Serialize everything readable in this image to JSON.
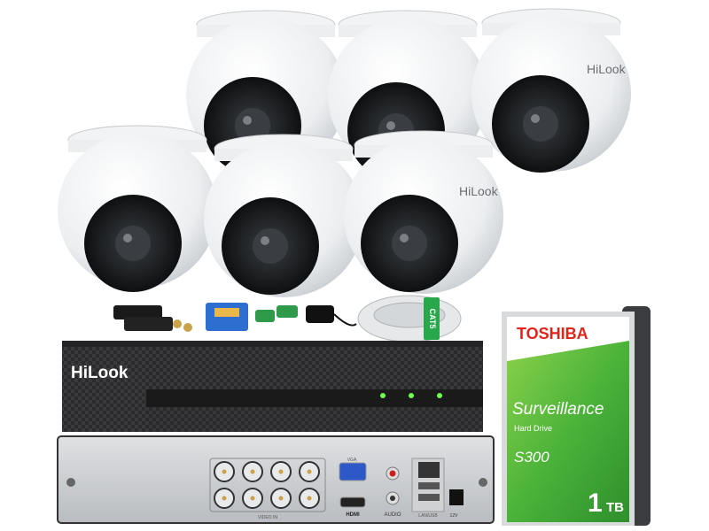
{
  "product": {
    "camera_brand": "HiLook",
    "camera_count": 6,
    "dvr": {
      "brand": "HiLook",
      "ports": {
        "vga": "VGA",
        "hdmi": "HDMI",
        "video_in": "VIDEO IN",
        "audio": "AUDIO",
        "lan_usb": "LAN/USB",
        "power": "12V"
      }
    },
    "cable": {
      "label": "CAT5"
    },
    "hdd": {
      "brand": "TOSHIBA",
      "line": "Surveillance",
      "type": "Hard Drive",
      "model": "S300",
      "capacity_number": "1",
      "capacity_unit": "TB"
    }
  },
  "colors": {
    "hdd_green": "#4bb33a",
    "toshiba_red": "#e2231a",
    "dvr_body": "#2a2a2c",
    "led_green": "#6dff4a"
  }
}
